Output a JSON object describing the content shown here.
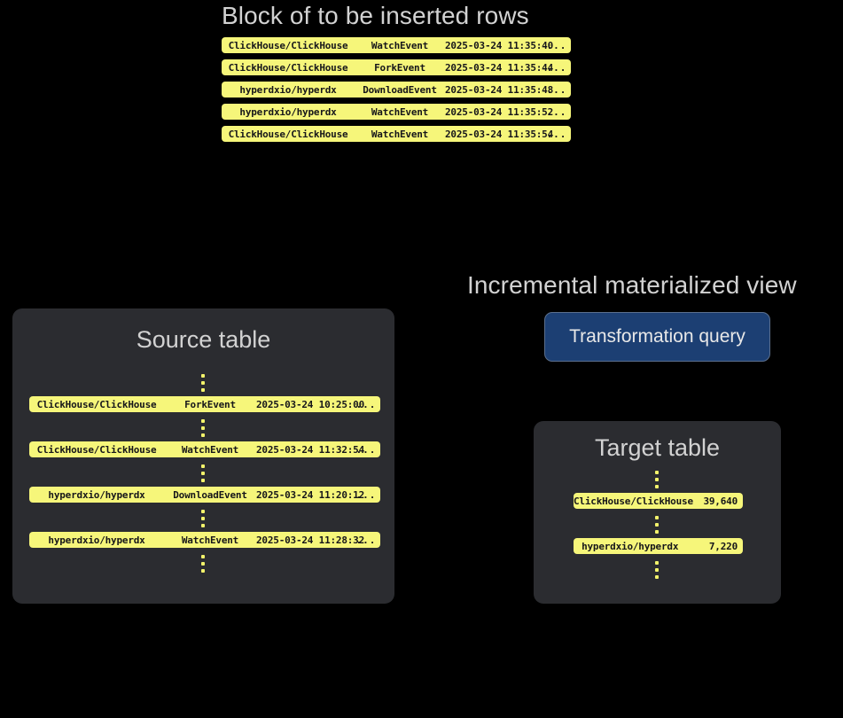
{
  "diagram": {
    "background_color": "#000000",
    "panel_color": "#2b2c30",
    "row_color": "#f6f67a",
    "accent_blue": "#1c3f73",
    "heading_color": "#d2d2d2"
  },
  "block": {
    "title": "Block of to be inserted rows",
    "rows": [
      {
        "repo": "ClickHouse/ClickHouse",
        "event": "WatchEvent",
        "timestamp": "2025-03-24 11:35:40",
        "more": "..."
      },
      {
        "repo": "ClickHouse/ClickHouse",
        "event": "ForkEvent",
        "timestamp": "2025-03-24 11:35:44",
        "more": "..."
      },
      {
        "repo": "hyperdxio/hyperdx",
        "event": "DownloadEvent",
        "timestamp": "2025-03-24 11:35:48",
        "more": "..."
      },
      {
        "repo": "hyperdxio/hyperdx",
        "event": "WatchEvent",
        "timestamp": "2025-03-24 11:35:52",
        "more": "..."
      },
      {
        "repo": "ClickHouse/ClickHouse",
        "event": "WatchEvent",
        "timestamp": "2025-03-24 11:35:54",
        "more": "..."
      }
    ]
  },
  "source_table": {
    "title": "Source table",
    "rows": [
      {
        "repo": "ClickHouse/ClickHouse",
        "event": "ForkEvent",
        "timestamp": "2025-03-24 10:25:00",
        "more": "..."
      },
      {
        "repo": "ClickHouse/ClickHouse",
        "event": "WatchEvent",
        "timestamp": "2025-03-24 11:32:54",
        "more": "..."
      },
      {
        "repo": "hyperdxio/hyperdx",
        "event": "DownloadEvent",
        "timestamp": "2025-03-24 11:20:12",
        "more": "..."
      },
      {
        "repo": "hyperdxio/hyperdx",
        "event": "WatchEvent",
        "timestamp": "2025-03-24 11:28:32",
        "more": "..."
      }
    ]
  },
  "materialized_view": {
    "title": "Incremental materialized view",
    "query_label": "Transformation query"
  },
  "target_table": {
    "title": "Target table",
    "rows": [
      {
        "repo": "ClickHouse/ClickHouse",
        "value": "39,640"
      },
      {
        "repo": "hyperdxio/hyperdx",
        "value": "7,220"
      }
    ]
  }
}
